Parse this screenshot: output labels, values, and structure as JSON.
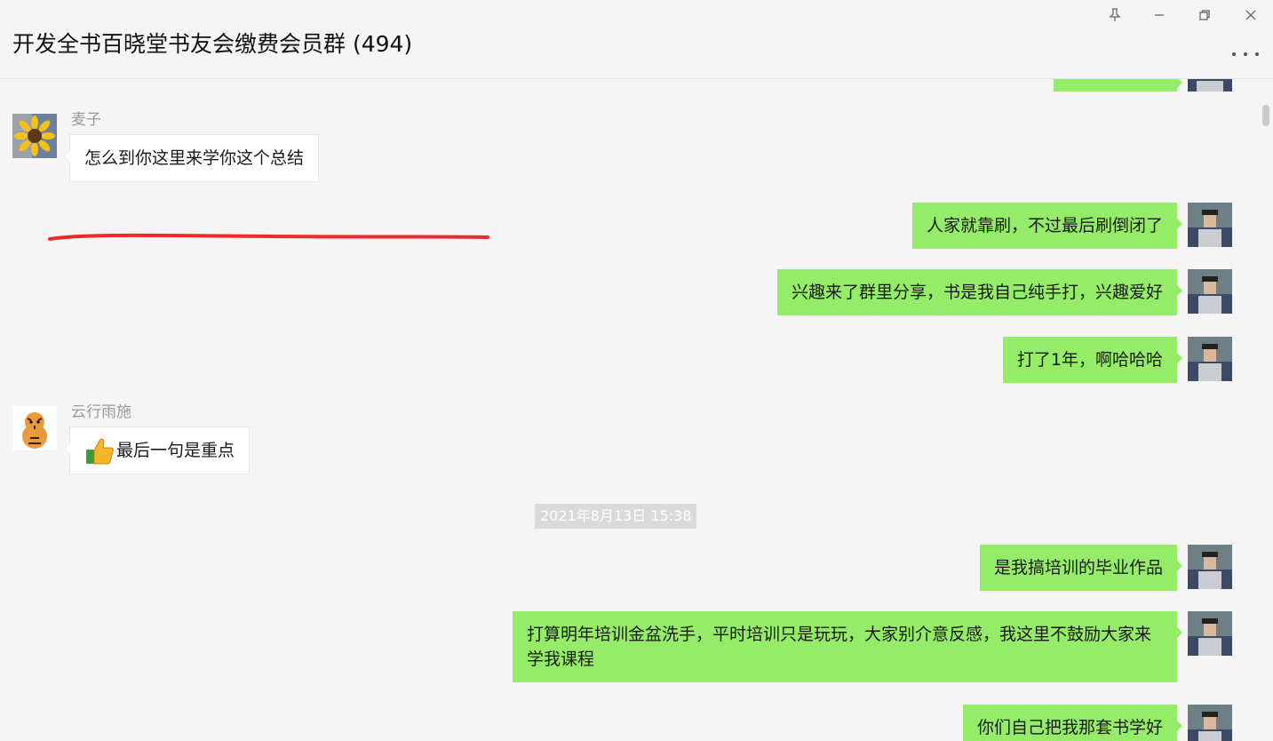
{
  "window": {
    "title": "开发全书百晓堂书友会缴费会员群 (494)"
  },
  "messages": {
    "m1": {
      "sender": "麦子",
      "text": "怎么到你这里来学你这个总结"
    },
    "m2": {
      "text": "人家就靠刷，不过最后刷倒闭了"
    },
    "m3": {
      "text": "兴趣来了群里分享，书是我自己纯手打，兴趣爱好"
    },
    "m4": {
      "text": "打了1年，啊哈哈哈"
    },
    "m5": {
      "sender": "云行雨施",
      "text": "最后一句是重点"
    },
    "timestamp": "2021年8月13日 15:38",
    "m6": {
      "text": "是我搞培训的毕业作品"
    },
    "m7": {
      "text": "打算明年培训金盆洗手，平时培训只是玩玩，大家别介意反感，我这里不鼓励大家来学我课程"
    },
    "m8": {
      "text": "你们自己把我那套书学好"
    }
  },
  "colors": {
    "outgoing_bubble": "#95ec69",
    "incoming_bubble": "#ffffff",
    "background": "#f5f5f5",
    "annotation_line": "#f02a2a"
  },
  "icons": [
    "pin-icon",
    "minimize-icon",
    "restore-icon",
    "close-icon",
    "more-icon",
    "thumbs-up-icon"
  ]
}
